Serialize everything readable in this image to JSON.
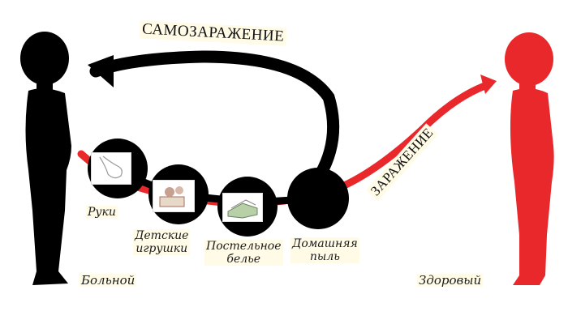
{
  "diagram": {
    "title_arrows": {
      "self_infection": "САМОЗАРАЖЕНИЕ",
      "infection": "ЗАРАЖЕНИЕ"
    },
    "people": {
      "sick": "Больной",
      "healthy": "Здоровый"
    },
    "vectors": [
      {
        "label": "Руки",
        "icon": "hand-icon"
      },
      {
        "label_line1": "Детские",
        "label_line2": "игрушки",
        "icon": "toys-icon"
      },
      {
        "label_line1": "Постельное",
        "label_line2": "белье",
        "icon": "bedding-icon"
      },
      {
        "label_line1": "Домашняя",
        "label_line2": "пыль",
        "icon": "dust-icon"
      }
    ],
    "colors": {
      "sick_figure": "#000000",
      "healthy_figure": "#e8282b",
      "self_infection_arrow": "#000000",
      "infection_path": "#e8282b",
      "label_highlight": "#fffbe6"
    }
  }
}
